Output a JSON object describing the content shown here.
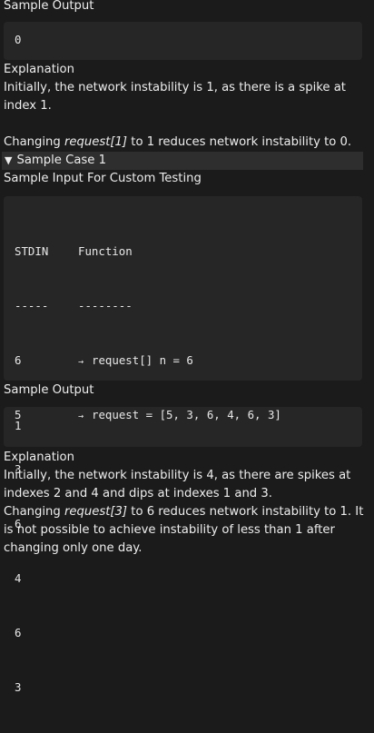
{
  "top": {
    "sample_output_label": "Sample Output",
    "sample_output_value": "0",
    "explanation_label": "Explanation",
    "explanation_line1": "Initially, the network instability is 1, as there is a spike at index 1.",
    "changing_prefix": "Changing ",
    "changing_request": "request[1]",
    "changing_suffix": " to 1 reduces network instability to 0."
  },
  "case1": {
    "header": "Sample Case 1",
    "toggle_glyph": "▼",
    "input_label": "Sample Input For Custom Testing",
    "col_stdin": "STDIN",
    "col_function": "Function",
    "sep_stdin": "-----",
    "sep_function": "--------",
    "rows": [
      {
        "stdin": "6",
        "arrow": "→",
        "func": "request[] n = 6"
      },
      {
        "stdin": "5",
        "arrow": "→",
        "func": "request = [5, 3, 6, 4, 6, 3]"
      },
      {
        "stdin": "3"
      },
      {
        "stdin": "6"
      },
      {
        "stdin": "4"
      },
      {
        "stdin": "6"
      },
      {
        "stdin": "3"
      }
    ],
    "sample_output_label": "Sample Output",
    "sample_output_value": "1",
    "explanation_label": "Explanation",
    "explanation_line1": "Initially, the network instability is 4, as there are spikes at indexes 2 and 4 and dips at indexes 1 and 3.",
    "changing_prefix": "Changing ",
    "changing_request": "request[3]",
    "changing_suffix": " to 6 reduces network instability to 1. It is not possible to achieve instability of less than 1 after changing only one day."
  }
}
